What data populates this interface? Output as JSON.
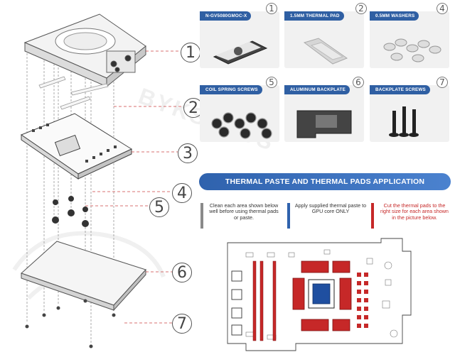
{
  "items": [
    {
      "label": "N-GV5080GMOC-X",
      "number": "1"
    },
    {
      "label": "1.5MM THERMAL PAD",
      "number": "2"
    },
    {
      "label": "0.5MM WASHERS",
      "number": "4"
    },
    {
      "label": "COIL SPRING SCREWS",
      "number": "5"
    },
    {
      "label": "ALUMINUM BACKPLATE",
      "number": "6"
    },
    {
      "label": "BACKPLATE SCREWS",
      "number": "7"
    }
  ],
  "explode_markers": [
    "1",
    "2",
    "3",
    "4",
    "5",
    "6",
    "7"
  ],
  "banner": "THERMAL PASTE AND THERMAL PADS APPLICATION",
  "instructions": [
    {
      "text": "Clean each area shown below well before using thermal pads or paste.",
      "color": "#8a8a8a"
    },
    {
      "text": "Apply supplied thermal paste to GPU core ONLY",
      "color": "#2f62ad"
    },
    {
      "text": "Cut the thermal pads to the right size for each area shown in the picture below.",
      "color": "#c62828",
      "text_color": "#c62828"
    }
  ],
  "watermark": "BYKSKI.US",
  "colors": {
    "accent_blue": "#2f62ad",
    "pad_red": "#c62828",
    "paste_blue": "#1f4fa0"
  }
}
